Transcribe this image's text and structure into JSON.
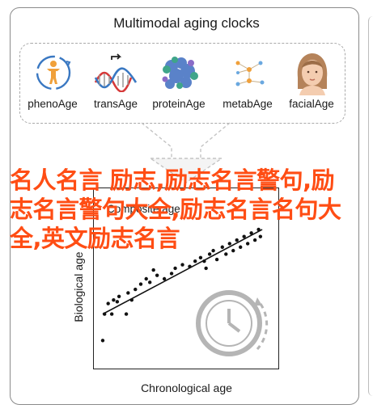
{
  "title": "Multimodal aging clocks",
  "clocks": [
    {
      "label": "phenoAge",
      "icon": "body-scan-icon"
    },
    {
      "label": "transAge",
      "icon": "dna-transcript-icon"
    },
    {
      "label": "proteinAge",
      "icon": "protein-structure-icon"
    },
    {
      "label": "metabAge",
      "icon": "metabolite-network-icon"
    },
    {
      "label": "facialAge",
      "icon": "face-icon"
    }
  ],
  "composite_label": "Composite age",
  "watermark_text": "名人名言 励志,励志名言警句,励志名言警句大全,励志名言名句大全,英文励志名言",
  "colors": {
    "accent_blue": "#3a78c2",
    "accent_orange": "#f0a03a",
    "accent_red": "#d63a3a",
    "watermark": "#ff4d14",
    "gray_clock": "#b5b5b5"
  },
  "chart_data": {
    "type": "scatter",
    "title": "",
    "xlabel": "Chronological age",
    "ylabel": "Biological age",
    "xlim": [
      0,
      100
    ],
    "ylim": [
      0,
      100
    ],
    "grid": false,
    "legend": "none",
    "points": [
      [
        4,
        15
      ],
      [
        5,
        30
      ],
      [
        7,
        36
      ],
      [
        9,
        30
      ],
      [
        10,
        38
      ],
      [
        12,
        37
      ],
      [
        13,
        40
      ],
      [
        17,
        30
      ],
      [
        18,
        42
      ],
      [
        20,
        38
      ],
      [
        22,
        44
      ],
      [
        25,
        47
      ],
      [
        28,
        50
      ],
      [
        30,
        48
      ],
      [
        32,
        55
      ],
      [
        34,
        52
      ],
      [
        38,
        50
      ],
      [
        42,
        53
      ],
      [
        44,
        56
      ],
      [
        48,
        58
      ],
      [
        52,
        57
      ],
      [
        55,
        60
      ],
      [
        58,
        62
      ],
      [
        60,
        60
      ],
      [
        61,
        56
      ],
      [
        63,
        64
      ],
      [
        65,
        66
      ],
      [
        67,
        61
      ],
      [
        70,
        68
      ],
      [
        72,
        64
      ],
      [
        74,
        70
      ],
      [
        76,
        66
      ],
      [
        78,
        72
      ],
      [
        80,
        68
      ],
      [
        82,
        74
      ],
      [
        84,
        70
      ],
      [
        86,
        76
      ],
      [
        88,
        72
      ],
      [
        90,
        78
      ],
      [
        91,
        74
      ]
    ],
    "fit_line": {
      "x": [
        4,
        92
      ],
      "y": [
        30,
        78
      ]
    }
  }
}
